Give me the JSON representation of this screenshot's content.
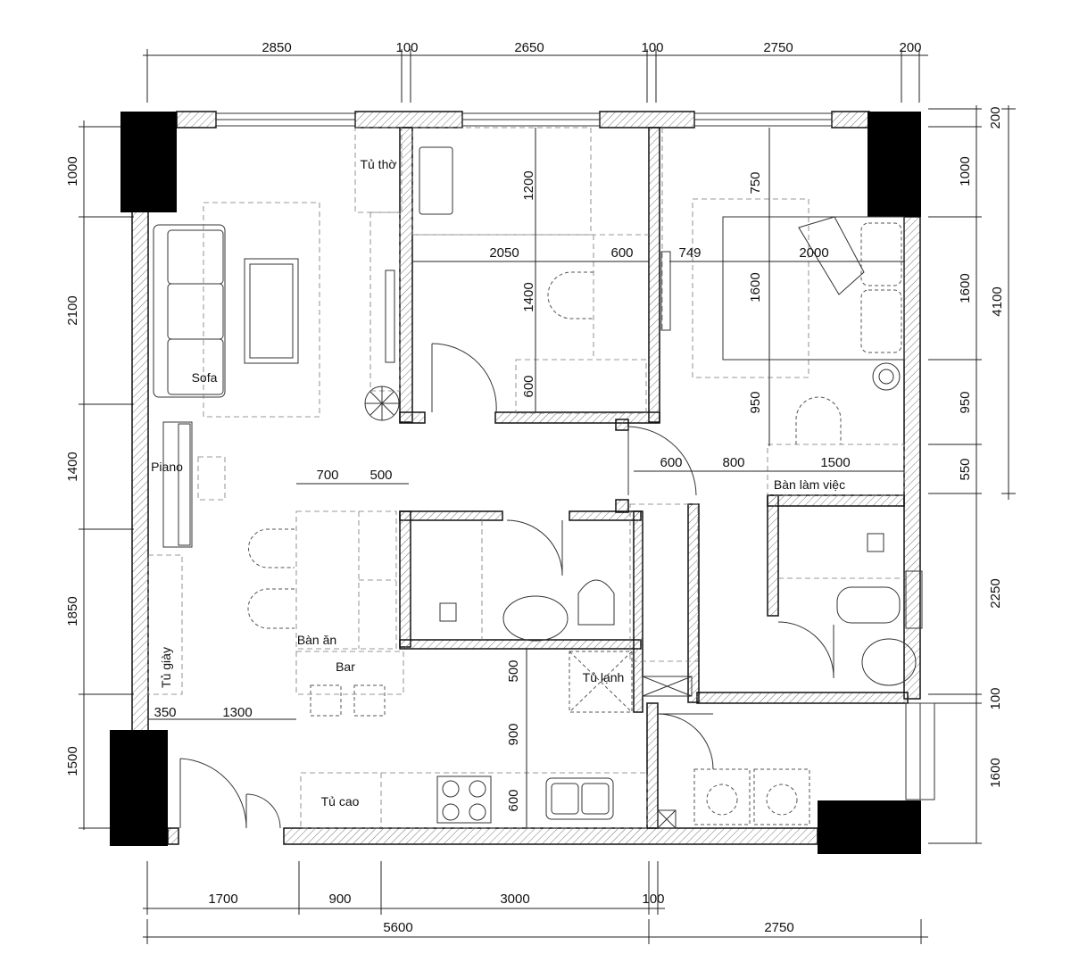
{
  "dimensions": {
    "top": [
      "2850",
      "100",
      "2650",
      "100",
      "2750",
      "200"
    ],
    "bottom_row1": [
      "1700",
      "900",
      "3000",
      "100"
    ],
    "bottom_row2": [
      "5600",
      "2750"
    ],
    "left": [
      "1000",
      "2100",
      "1400",
      "1850",
      "1500"
    ],
    "right_inner": [
      "200",
      "1000",
      "1600",
      "950",
      "550",
      "2250",
      "100",
      "1600"
    ],
    "right_outer": [
      "4100"
    ],
    "interior": {
      "wardrobe_depth": "1200",
      "bath_width": "2050",
      "bath_side": "600",
      "toilet_len": "1400",
      "vanity_depth": "600",
      "bed_gap": "749",
      "bed_len": "2000",
      "bed_head": "750",
      "bed_width": "1600",
      "desk_gap": "950",
      "corridor_600": "600",
      "corridor_800": "800",
      "desk_len": "1500",
      "dining_700": "700",
      "dining_500": "500",
      "shoe_350": "350",
      "bar_1300": "1300",
      "fridge_500": "500",
      "kitchen_900": "900",
      "kitchen_600": "600"
    }
  },
  "labels": {
    "altar": "Tủ thờ",
    "sofa": "Sofa",
    "piano": "Piano",
    "dining": "Bàn ăn",
    "bar": "Bar",
    "shoes": "Tủ giày",
    "tall_cabinet": "Tủ cao",
    "fridge": "Tủ lạnh",
    "desk": "Bàn làm việc"
  }
}
